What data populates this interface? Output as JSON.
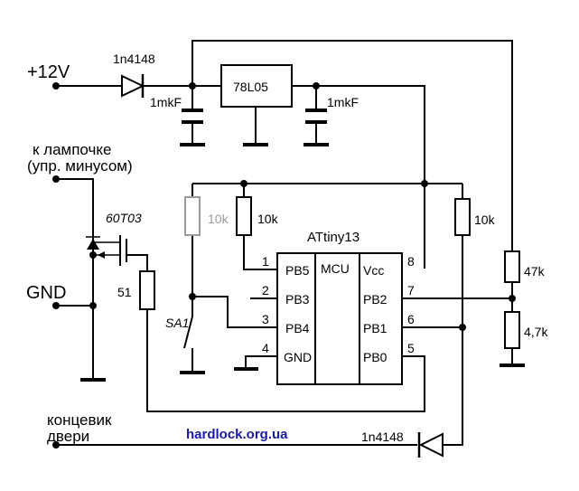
{
  "labels": {
    "supply": "+12V",
    "diode_top": "1n4148",
    "cap_in": "1mkF",
    "regulator": "78L05",
    "cap_out": "1mkF",
    "lamp_line1": "к лампочке",
    "lamp_line2": "(упр. минусом)",
    "mosfet": "60T03",
    "res_grey": "10k",
    "res_pullup": "10k",
    "mcu": "ATtiny13",
    "res_right": "10k",
    "res_47k": "47k",
    "res_4k7": "4,7k",
    "gnd": "GND",
    "res_51": "51",
    "switch": "SA1",
    "door_line1": "концевик",
    "door_line2": "двери",
    "website": "hardlock.org.ua",
    "diode_bottom": "1n4148"
  },
  "mcu": {
    "core": "MCU",
    "pins": [
      {
        "number": "1",
        "name": "PB5"
      },
      {
        "number": "2",
        "name": "PB3"
      },
      {
        "number": "3",
        "name": "PB4"
      },
      {
        "number": "4",
        "name": "GND"
      },
      {
        "number": "5",
        "name": "PB0"
      },
      {
        "number": "6",
        "name": "PB1"
      },
      {
        "number": "7",
        "name": "PB2"
      },
      {
        "number": "8",
        "name": "Vcc"
      }
    ]
  },
  "colors": {
    "ink": "#000000",
    "optional_part": "#9a9a9a",
    "website": "#1a1aa8",
    "background": "#ffffff"
  }
}
